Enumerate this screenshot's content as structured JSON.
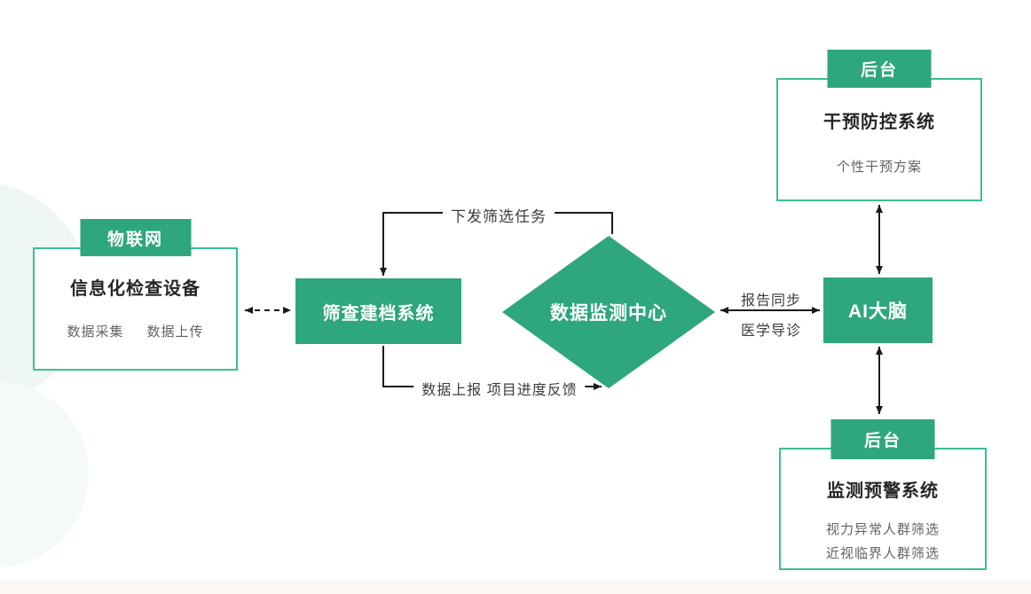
{
  "nodes": {
    "iot_panel": {
      "tag": "物联网",
      "title": "信息化检查设备",
      "features": [
        "数据采集",
        "数据上传"
      ]
    },
    "screening_box": {
      "label": "筛查建档系统"
    },
    "data_center": {
      "label": "数据监测中心"
    },
    "ai_brain": {
      "label": "AI大脑"
    },
    "intervention_panel": {
      "tag": "后台",
      "title": "干预防控系统",
      "subtitle": "个性干预方案"
    },
    "warning_panel": {
      "tag": "后台",
      "title": "监测预警系统",
      "features": [
        "视力异常人群筛选",
        "近视临界人群筛选"
      ]
    }
  },
  "edges": {
    "issue_task": "下发筛选任务",
    "data_report": "数据上报 项目进度反馈",
    "report_sync": "报告同步",
    "medical_guidance": "医学导诊"
  },
  "colors": {
    "primary_green": "#2EA67E",
    "panel_border_green": "#3ABF92",
    "arrow_black": "#1A1A1A",
    "title_text": "#262626",
    "muted_text": "#5F6368",
    "edge_label_text": "#3C3C3C",
    "deco_circle": "#EFF7F4",
    "footer_strip": "#FCF6F4"
  }
}
